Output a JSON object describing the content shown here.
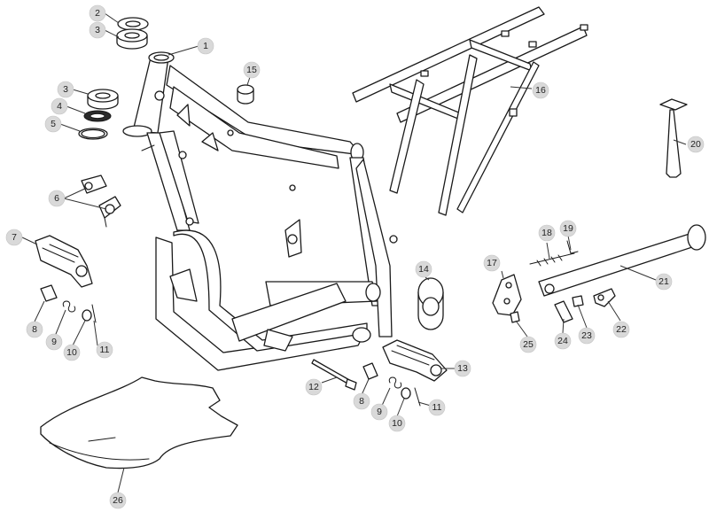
{
  "diagram": {
    "callouts": [
      {
        "id": "1",
        "label": "1"
      },
      {
        "id": "2",
        "label": "2"
      },
      {
        "id": "3a",
        "label": "3"
      },
      {
        "id": "3b",
        "label": "3"
      },
      {
        "id": "4",
        "label": "4"
      },
      {
        "id": "5",
        "label": "5"
      },
      {
        "id": "6",
        "label": "6"
      },
      {
        "id": "7",
        "label": "7"
      },
      {
        "id": "8a",
        "label": "8"
      },
      {
        "id": "9a",
        "label": "9"
      },
      {
        "id": "10a",
        "label": "10"
      },
      {
        "id": "11a",
        "label": "11"
      },
      {
        "id": "12",
        "label": "12"
      },
      {
        "id": "8b",
        "label": "8"
      },
      {
        "id": "9b",
        "label": "9"
      },
      {
        "id": "10b",
        "label": "10"
      },
      {
        "id": "11b",
        "label": "11"
      },
      {
        "id": "13",
        "label": "13"
      },
      {
        "id": "14",
        "label": "14"
      },
      {
        "id": "15",
        "label": "15"
      },
      {
        "id": "16",
        "label": "16"
      },
      {
        "id": "17",
        "label": "17"
      },
      {
        "id": "18",
        "label": "18"
      },
      {
        "id": "19",
        "label": "19"
      },
      {
        "id": "20",
        "label": "20"
      },
      {
        "id": "21",
        "label": "21"
      },
      {
        "id": "22",
        "label": "22"
      },
      {
        "id": "23",
        "label": "23"
      },
      {
        "id": "24",
        "label": "24"
      },
      {
        "id": "25",
        "label": "25"
      },
      {
        "id": "26",
        "label": "26"
      }
    ]
  }
}
